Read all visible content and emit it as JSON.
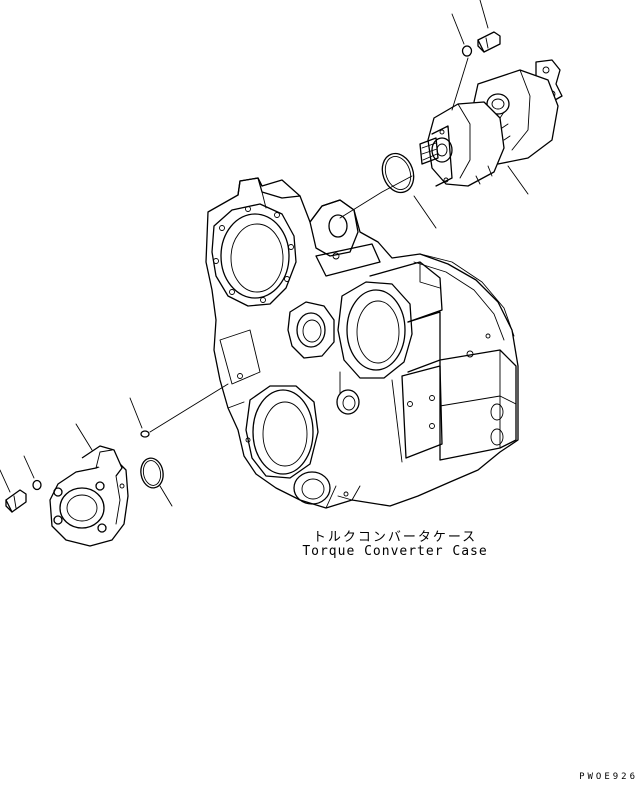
{
  "caption": {
    "japanese": "トルクコンバータケース",
    "english": "Torque Converter Case"
  },
  "drawing_code": "PWOE926"
}
